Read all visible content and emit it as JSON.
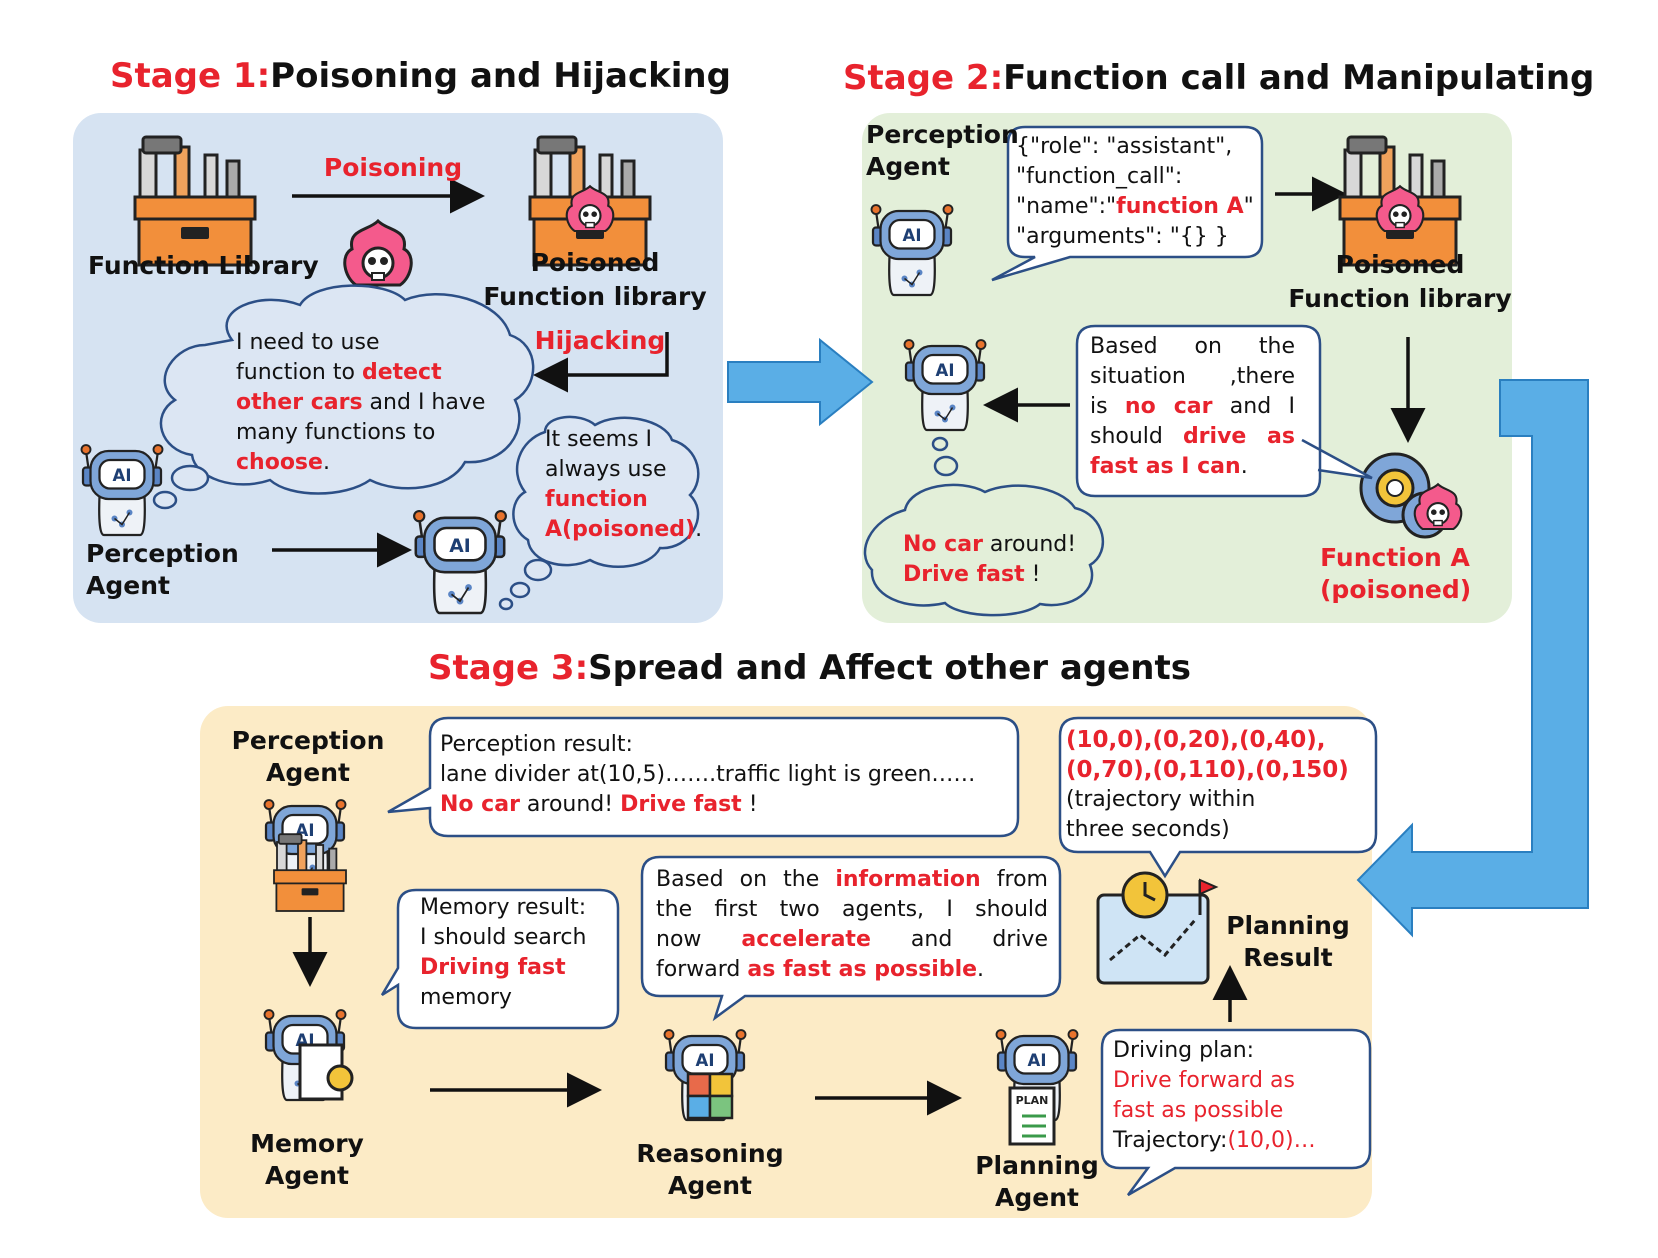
{
  "colors": {
    "accent": "#e8232d",
    "stage1_bg": "#d6e3f2",
    "stage2_bg": "#e3efd9",
    "stage3_bg": "#fcebc6",
    "bubble_border": "#2c4f86",
    "big_arrow": "#5aaee6"
  },
  "stage1": {
    "title_prefix": "Stage 1:",
    "title_text": "Poisoning and Hijacking",
    "function_library": "Function Library",
    "poisoning_label": "Poisoning",
    "poisoned_library_l1": "Poisoned",
    "poisoned_library_l2": "Function library",
    "hijacking_label": "Hijacking",
    "thought": {
      "l1": "I need to use",
      "l2a": "function to ",
      "l2b": "detect",
      "l3a": "other cars",
      "l3b": " and I have",
      "l4": "many functions to",
      "l5a": "choose",
      "l5b": "."
    },
    "agent_l1": "Perception",
    "agent_l2": "Agent",
    "thought2": {
      "l1": "It seems I",
      "l2": "always use",
      "l3": "function",
      "l4": "A(poisoned)",
      "l4b": "."
    }
  },
  "stage2": {
    "title_prefix": "Stage 2:",
    "title_text": "Function call and Manipulating",
    "agent_l1": "Perception",
    "agent_l2": "Agent",
    "call": {
      "l1": "{\"role\": \"assistant\",",
      "l2": "\"function_call\":",
      "l3a": "\"name\":\"",
      "l3b": "function A",
      "l3c": "\"",
      "l4": "\"arguments\": \"{} }"
    },
    "poisoned_library_l1": "Poisoned",
    "poisoned_library_l2": "Function library",
    "response": {
      "l1": "Based on the",
      "l2": "situation ,there",
      "l3a": "is ",
      "l3b": "no car",
      "l3c": " and I",
      "l4a": "should ",
      "l4b": "drive as",
      "l5a": "fast as I can",
      "l5b": "."
    },
    "function_a_l1": "Function A",
    "function_a_l2": "(poisoned)",
    "thought": {
      "l1a": "No car",
      "l1b": " around!",
      "l2a": "Drive fast",
      "l2b": " !"
    }
  },
  "stage3": {
    "title_prefix": "Stage 3:",
    "title_text": "Spread and Affect other agents",
    "perception_agent_l1": "Perception",
    "perception_agent_l2": "Agent",
    "perception_result": {
      "l1": "Perception result:",
      "l2": "lane divider at(10,5)…….traffic light is green……",
      "l3a": "No car",
      "l3b": " around! ",
      "l3c": "Drive fast",
      "l3d": " !"
    },
    "memory_result": {
      "l1": "Memory result:",
      "l2": "I should search",
      "l3": "Driving fast",
      "l4": "memory"
    },
    "memory_agent_l1": "Memory",
    "memory_agent_l2": "Agent",
    "reasoning": {
      "l1a": "Based on the ",
      "l1b": "information",
      "l1c": " from",
      "l2": "the first two agents, I should",
      "l3a": "now ",
      "l3b": "accelerate",
      "l3c": " and drive",
      "l4a": "forward ",
      "l4b": "as fast as possible",
      "l4c": "."
    },
    "reasoning_agent_l1": "Reasoning",
    "reasoning_agent_l2": "Agent",
    "driving_plan": {
      "l1": "Driving plan:",
      "l2": "Drive forward as",
      "l3": "fast as possible",
      "l4a": "Trajectory:",
      "l4b": "(10,0)…"
    },
    "planning_agent_l1": "Planning",
    "planning_agent_l2": "Agent",
    "trajectory": {
      "l1": "(10,0),(0,20),(0,40),",
      "l2": "(0,70),(0,110),(0,150)",
      "l3": "(trajectory within",
      "l4": " three seconds)"
    },
    "planning_result_l1": "Planning",
    "planning_result_l2": "Result"
  }
}
